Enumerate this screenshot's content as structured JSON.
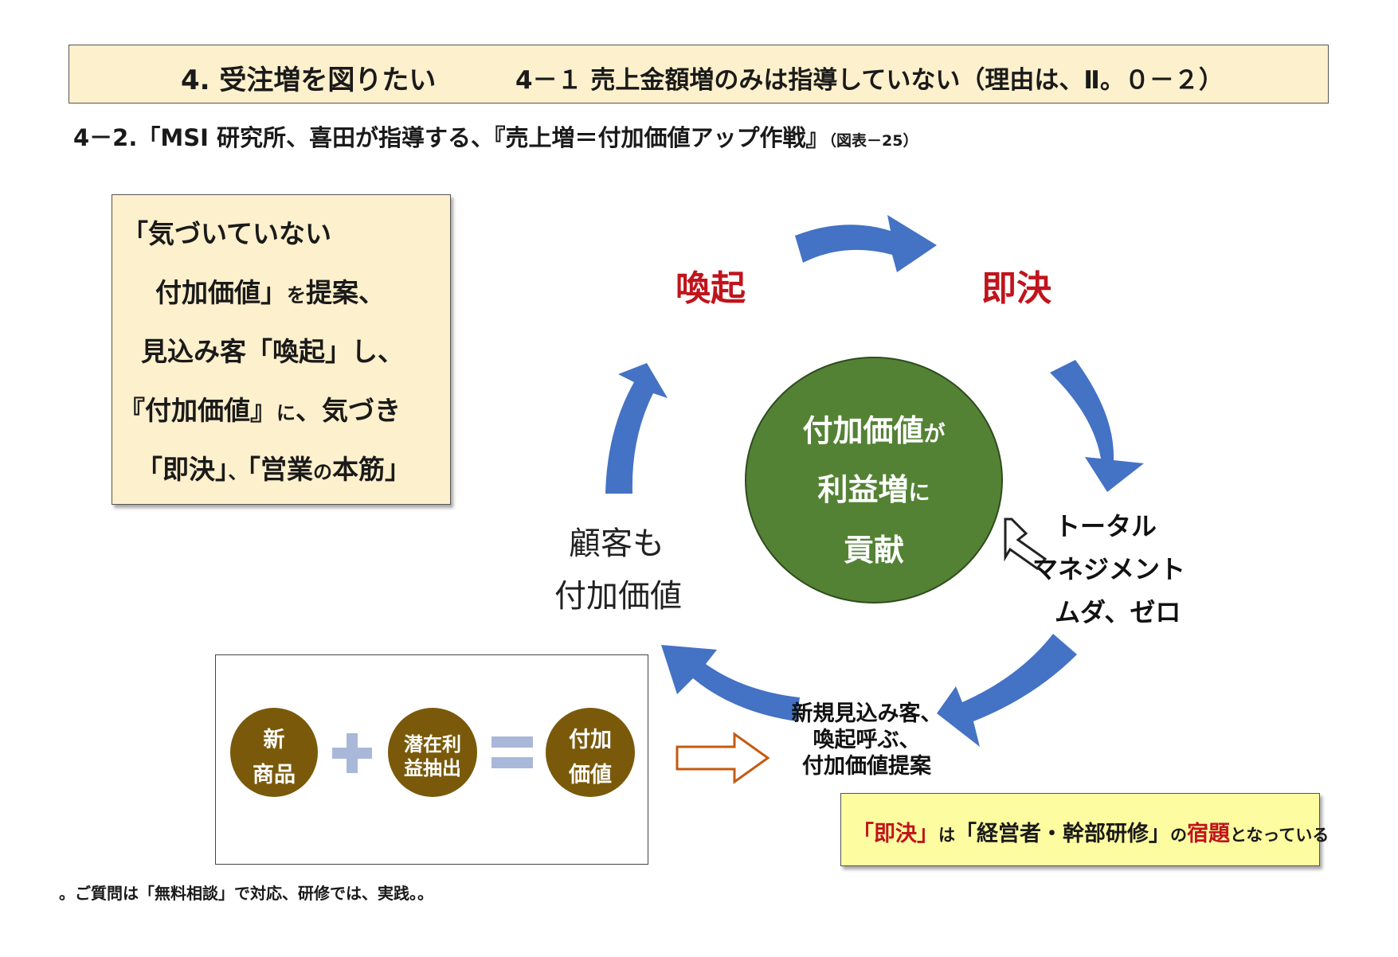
{
  "header": {
    "section": "4. 受注増を図りたい",
    "subsection": "4－１ 売上金額増のみは指導していない（理由は、Ⅱ。０－２）"
  },
  "subtitle": {
    "main": "4－2.「MSI 研究所、喜田が指導する、『売上増＝付加価値アップ作戦』",
    "ref": "（図表－25）"
  },
  "note": {
    "l1": "「気づいていない",
    "l2a": "付加価値」",
    "l2b": "を",
    "l2c": "提案、",
    "l3": "見込み客「喚起」し、",
    "l4a": "『付加価値』",
    "l4b": "に",
    "l4c": "、気づき",
    "l5a": "「即決」",
    "l5b": "、",
    "l5c": "「営業",
    "l5d": "の",
    "l5e": "本筋」"
  },
  "cycle": {
    "arousal": "喚起",
    "decision": "即決",
    "center": {
      "l1a": "付加価値",
      "l1b": "が",
      "l2a": "利益増",
      "l2b": "に",
      "l3": "貢献"
    },
    "right": {
      "l1": "トータル",
      "l2": "マネジメント",
      "l3": "ムダ、ゼロ"
    },
    "left": {
      "l1": "顧客も",
      "l2": "付加価値"
    },
    "bottom": {
      "l1": "新規見込み客、",
      "l2": "喚起呼ぶ、",
      "l3": "付加価値提案"
    }
  },
  "formula": {
    "c1a": "新",
    "c1b": "商品",
    "c2a": "潜在利",
    "c2b": "益抽出",
    "c3a": "付加",
    "c3b": "価値"
  },
  "callout": {
    "a": "「即決」",
    "b": "は",
    "c": "「経営者・幹部研修」",
    "d": "の",
    "e": "宿題",
    "f": "となっている"
  },
  "footer": "。ご質問は「無料相談」で対応、研修では、実践。。",
  "colors": {
    "arrow": "#4472c4",
    "circle": "#548235",
    "coin": "#7a5a0a",
    "red": "#c0141c",
    "note_bg": "#fdf0cc",
    "callout_bg": "#fdfca0"
  }
}
